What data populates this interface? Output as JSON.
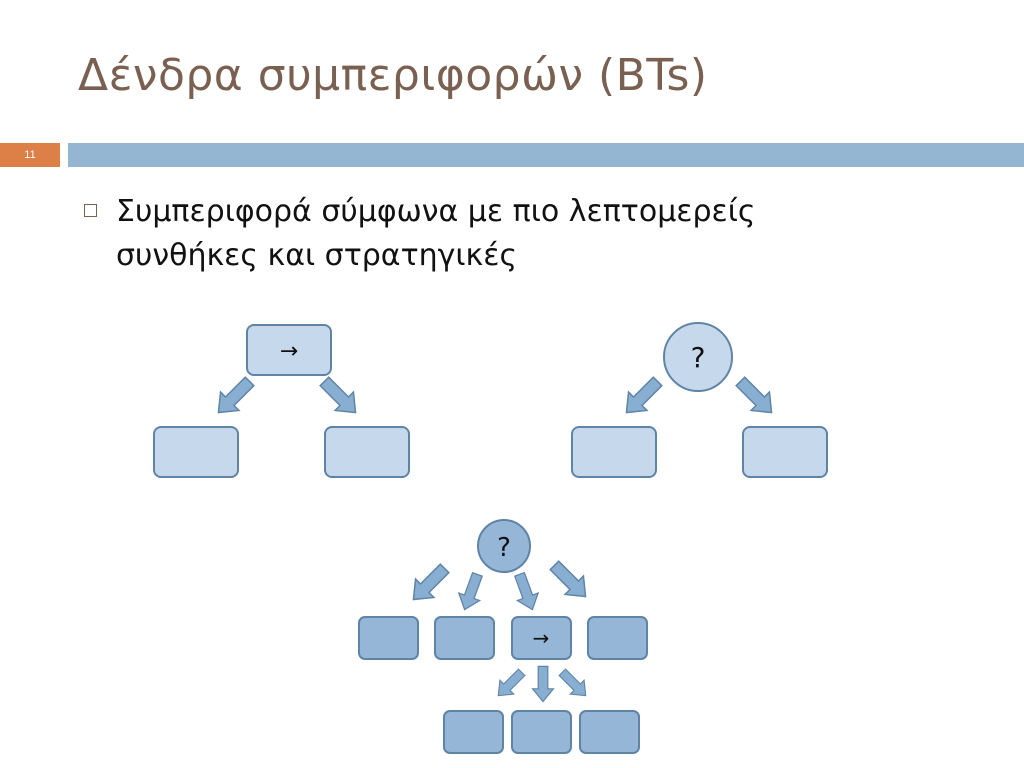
{
  "slide": {
    "title": "Δένδρα συμπεριφορών (BTs)",
    "number": "11"
  },
  "bullets": [
    {
      "text": "Συμπεριφορά σύμφωνα με πιο λεπτομερείς συνθήκες και στρατηγικές"
    }
  ],
  "diagrams": {
    "sequence": {
      "root_symbol": "→"
    },
    "selector": {
      "root_symbol": "?"
    },
    "composite": {
      "root_symbol": "?",
      "inner_symbol": "→"
    }
  },
  "colors": {
    "title": "#7a6050",
    "accent_orange": "#dd8048",
    "accent_blue_bar": "#94b6d2",
    "node_light": "#c6d9ec",
    "node_dark": "#95b6d6",
    "node_stroke": "#5f84a6"
  }
}
